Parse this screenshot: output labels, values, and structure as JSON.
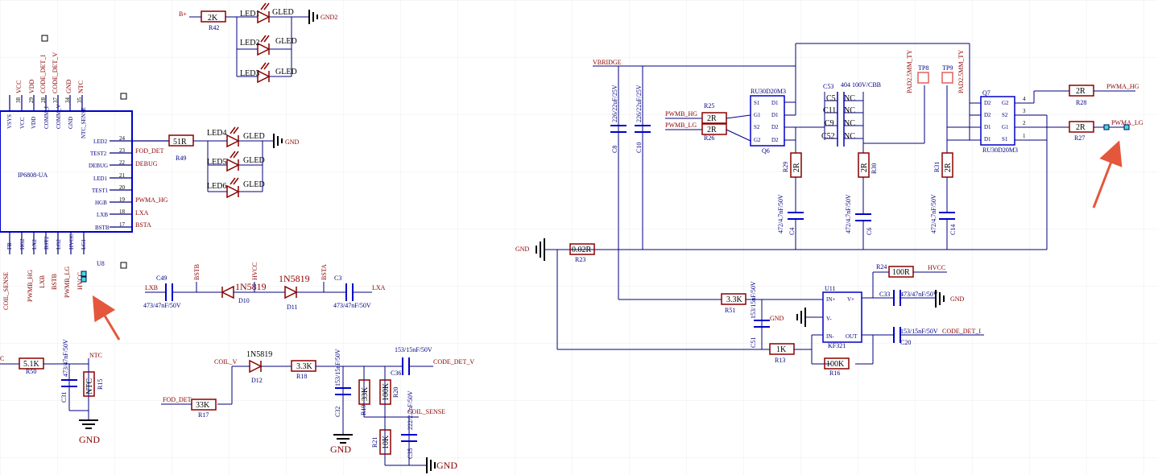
{
  "left": {
    "ic": {
      "part": "IP6808-UA",
      "ref": "U8",
      "top_nets": [
        "VCC",
        "VDD",
        "CODE_DET_I",
        "CODE_DET_V",
        "GND",
        "NTC"
      ],
      "top_pins": [
        "VSYS",
        "VCC",
        "VDD",
        "COMM_I",
        "COMM_V",
        "GND",
        "NTC_SENSE"
      ],
      "top_nums": [
        "38",
        "29",
        "28",
        "37",
        "34",
        "35"
      ],
      "right_pins": [
        "LED2",
        "TEST2",
        "DEBUG",
        "LED1",
        "TEST1",
        "HGB",
        "LXB",
        "BSTB"
      ],
      "right_nums": [
        "24",
        "23",
        "22",
        "21",
        "20",
        "19",
        "18",
        "17"
      ],
      "right_nets": [
        "FOD_DET",
        "DEBUG",
        "PWMA_HG",
        "LXA",
        "BSTA"
      ],
      "bottom_pins": [
        "FB",
        "HG2",
        "LX2",
        "BST2",
        "LG2",
        "HVCC",
        "LG1"
      ],
      "bottom_nets": [
        "COIL_SENSE",
        "PWMB_HG",
        "LXB",
        "BSTB",
        "PWMB_LG",
        "HVCC"
      ]
    },
    "r49": {
      "ref": "R49",
      "value": "51R"
    },
    "led_top": {
      "supply": "B+",
      "r42_ref": "R42",
      "r42_value": "2K",
      "refs": [
        "LED1",
        "LED2",
        "LED3"
      ],
      "value": "GLED",
      "gnd": "GND2"
    },
    "led_mid": {
      "refs": [
        "LED4",
        "LED5",
        "LED6"
      ],
      "value": "GLED",
      "gnd": "GND"
    },
    "boot": {
      "lxb": "LXB",
      "c49_ref": "C49",
      "c49_value": "473/47nF/50V",
      "bstb": "BSTB",
      "d10_part": "1N5819",
      "d10_ref": "D10",
      "hvcc": "HVCC",
      "d11_part": "1N5819",
      "d11_ref": "D11",
      "bsta": "BSTA",
      "c3_ref": "C3",
      "c3_value": "473/47nF/50V",
      "lxa": "LXA"
    },
    "ntc": {
      "cut_label": "C",
      "r50_ref": "R50",
      "r50_value": "5.1K",
      "ntc_label": "NTC",
      "c31_ref": "C31",
      "c31_value": "473/47nF/50V",
      "r15_ref": "R15",
      "r15_value": "NTC",
      "gnd": "GND"
    },
    "coil": {
      "coil_v": "COIL_V",
      "fod_det": "FOD_DET",
      "r17_ref": "R17",
      "r17_value": "33K",
      "d12_part": "1N5819",
      "d12_ref": "D12",
      "r18_ref": "R18",
      "r18_value": "3.3K",
      "c36_ref": "C36",
      "c36_value": "153/15nF/50V",
      "code_det_v": "CODE_DET_V",
      "c32_ref": "C32",
      "c32_value": "153/15nF/50V",
      "r19_ref": "R19",
      "r19_value": "33K",
      "r20_ref": "R20",
      "r20_value": "100K",
      "coil_sense": "COIL_SENSE",
      "r21_ref": "R21",
      "r21_value": "10K",
      "c35_ref": "C35",
      "c35_value": "222/2.2nF/50V",
      "gnd": "GND"
    }
  },
  "right": {
    "vbridge": "VBRIDGE",
    "c8_ref": "C8",
    "c8_value": "226/22uF/25V",
    "c10_ref": "C10",
    "c10_value": "226/22uF/25V",
    "pwmb_hg": "PWMB_HG",
    "pwmb_lg": "PWMB_LG",
    "r25_ref": "R25",
    "r25_value": "2R",
    "r26_ref": "R26",
    "r26_value": "2R",
    "q6_ref": "Q6",
    "q6_part": "RU30D20M3",
    "q6_pins": [
      "S1",
      "G1",
      "S2",
      "G2",
      "D1",
      "D1",
      "D2",
      "D2"
    ],
    "r29_ref": "R29",
    "r29_value": "2R",
    "c4_ref": "C4",
    "c4_value": "472/4.7nF/50V",
    "c53_ref": "C53",
    "c53_value": "404 100V/CBB",
    "cap_block": [
      "C5",
      "C11",
      "C9",
      "C52"
    ],
    "cap_nc": "NC",
    "r30_ref": "R30",
    "r30_value": "2R",
    "c6_ref": "C6",
    "c6_value": "472/4.7nF/50V",
    "tp8_ref": "TP8",
    "tp9_ref": "TP9",
    "tp_value": "PAD2.5MM_TY",
    "r31_ref": "R31",
    "r31_value": "2R",
    "c14_ref": "C14",
    "c14_value": "472/4.7nF/50V",
    "q7_ref": "Q7",
    "q7_part": "RU30D20M3",
    "q7_pins": [
      "D2",
      "D2",
      "D1",
      "D1",
      "G2",
      "S2",
      "G1",
      "S1"
    ],
    "q7_nums": [
      "4",
      "3",
      "2",
      "1"
    ],
    "r28_ref": "R28",
    "r28_value": "2R",
    "pwma_hg": "PWMA_HG",
    "r27_ref": "R27",
    "r27_value": "2R",
    "pwma_lg": "PWMA_LG",
    "gnd": "GND",
    "r23_ref": "R23",
    "r23_value": "0.02R",
    "r51_ref": "R51",
    "r51_value": "3.3K",
    "c51_ref": "C51",
    "c51_value": "153/15nF/50V",
    "r13_ref": "R13",
    "r13_value": "1K",
    "u11_ref": "U11",
    "u11_part": "KF321",
    "u11_pins": [
      "IN+",
      "V-",
      "IN-",
      "V+",
      "OUT"
    ],
    "r24_ref": "R24",
    "r24_value": "100R",
    "hvcc": "HVCC",
    "c33_ref": "C33",
    "c33_value": "473/47nF/50V",
    "r16_ref": "R16",
    "r16_value": "100K",
    "c20_ref": "C20",
    "c20_value": "153/15nF/50V",
    "code_det_i": "CODE_DET_I"
  }
}
